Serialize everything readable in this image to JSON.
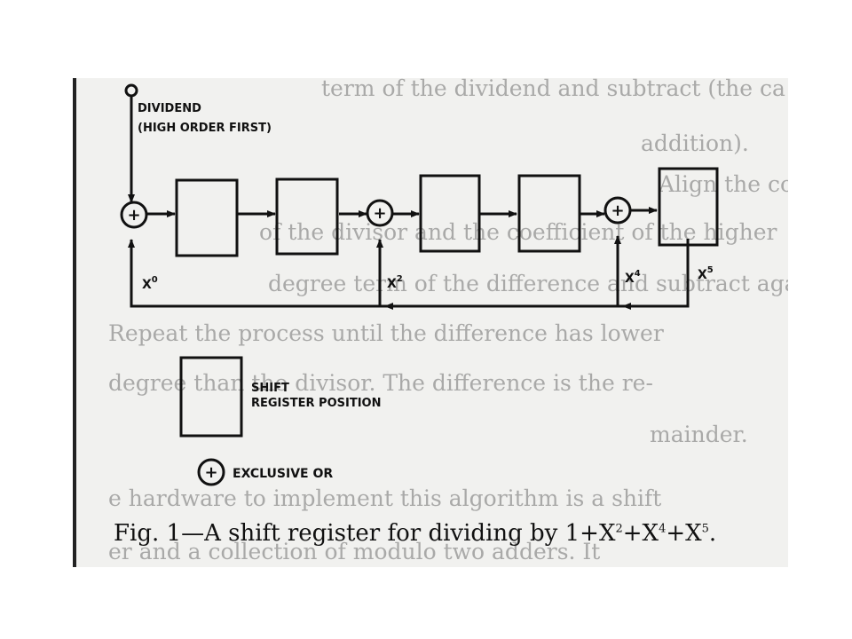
{
  "figure": {
    "input_label_line1": "DIVIDEND",
    "input_label_line2": "(HIGH ORDER FIRST)",
    "xor_symbol": "+",
    "tap_labels": [
      "X",
      "X",
      "X",
      "X"
    ],
    "tap_exponents": [
      "0",
      "2",
      "4",
      "5"
    ],
    "legend": {
      "shift_label_line1": "SHIFT",
      "shift_label_line2": "REGISTER POSITION",
      "xor_label": "EXCLUSIVE OR"
    },
    "caption": {
      "prefix": "Fig. 1—A shift register for dividing by 1+X",
      "exp1": "2",
      "mid1": "+X",
      "exp2": "4",
      "mid2": "+X",
      "exp3": "5",
      "suffix": "."
    }
  },
  "bleed_through": [
    "term of the dividend and subtract (the ca",
    "addition).",
    "Align the coefficient of the highest degree ter",
    "of the divisor and the coefficient of the higher",
    "degree term of the difference and subtract again.",
    "Repeat the process until the difference has lower",
    "degree than the divisor. The difference is the re-",
    "mainder.",
    "e hardware to implement this algorithm is a shift",
    "er and a collection of modulo two adders. It"
  ]
}
